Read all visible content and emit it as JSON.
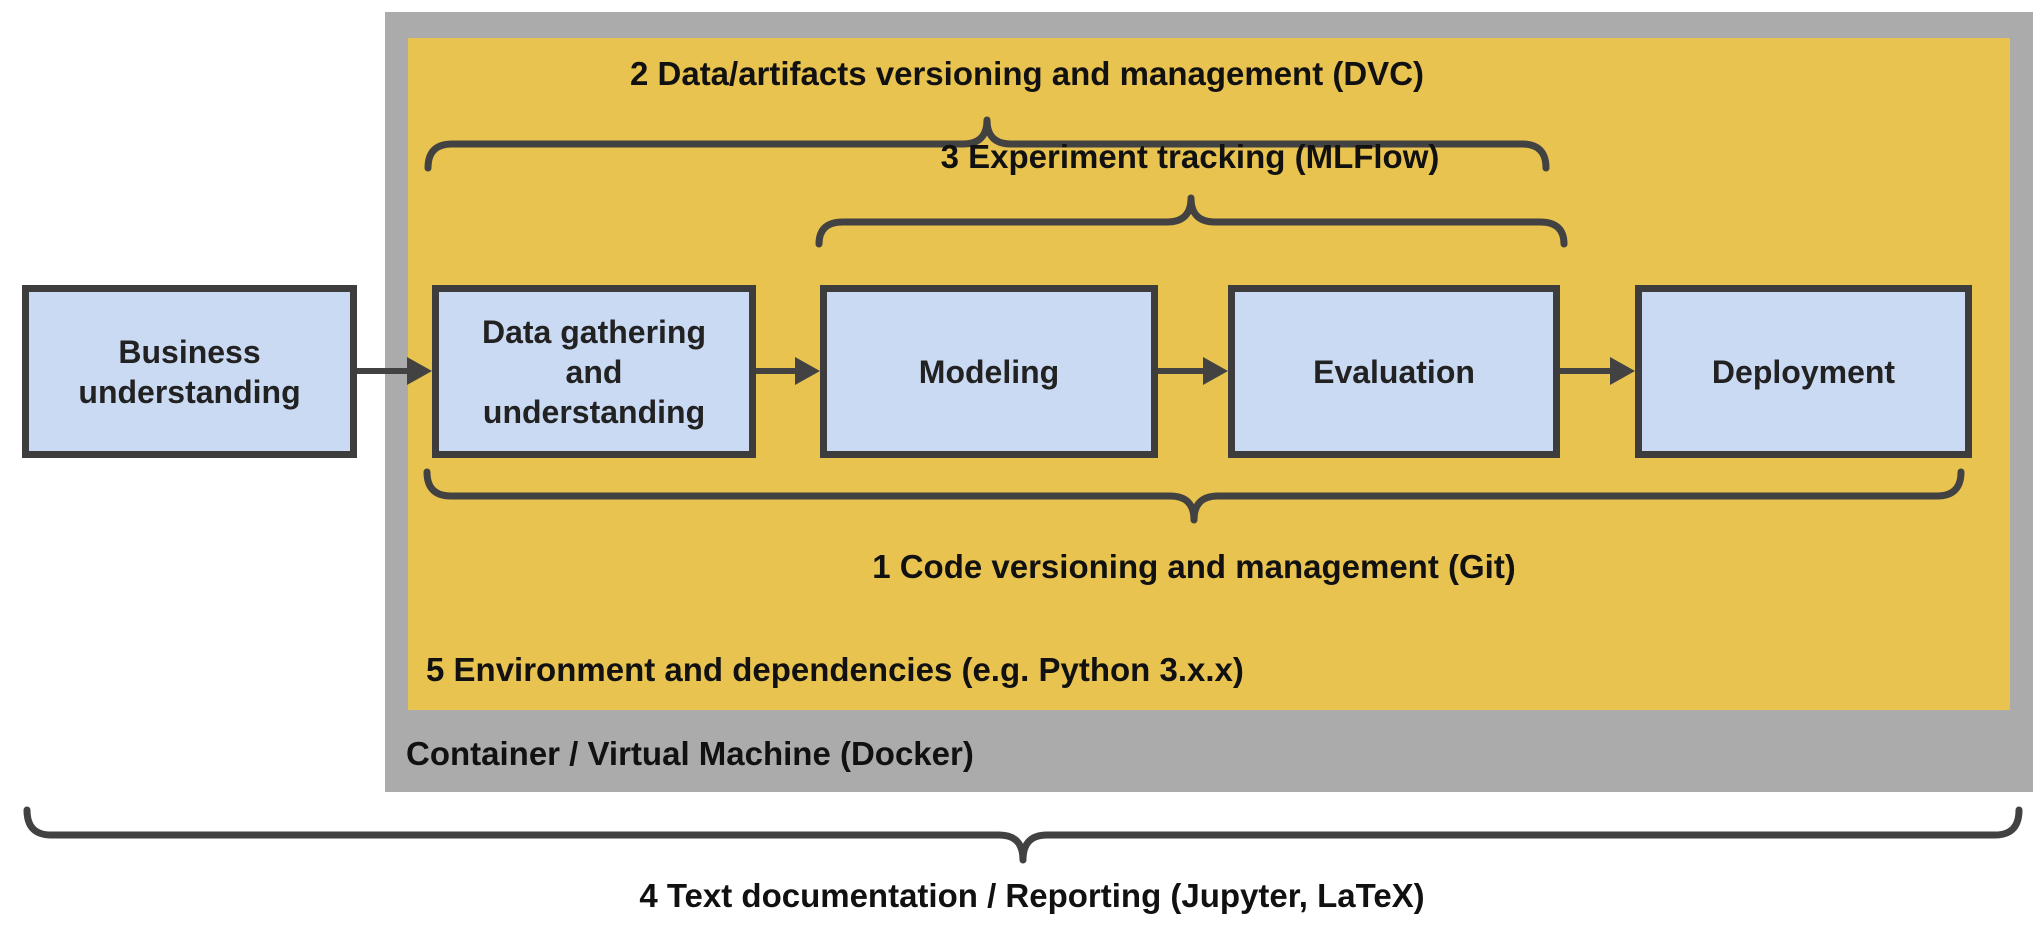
{
  "diagram_title": "ML development process with tooling annotations",
  "stages": [
    {
      "label": "Business\nunderstanding"
    },
    {
      "label": "Data gathering\nand\nunderstanding"
    },
    {
      "label": "Modeling"
    },
    {
      "label": "Evaluation"
    },
    {
      "label": "Deployment"
    }
  ],
  "annotations": {
    "data_versioning": "2 Data/artifacts versioning and management (DVC)",
    "experiment_tracking": "3 Experiment tracking (MLFlow)",
    "code_versioning": "1 Code versioning and management (Git)",
    "environment": "5 Environment and dependencies (e.g. Python 3.x.x)",
    "container": "Container / Virtual Machine (Docker)",
    "documentation": "4 Text documentation / Reporting (Jupyter, LaTeX)"
  },
  "colors": {
    "background": "#FFFFFF",
    "outer_container_fill": "#ABABAB",
    "inner_area_fill": "#E8C350",
    "stage_box_fill": "#CBDAF3",
    "stage_box_border": "#3D3D3D",
    "brace_stroke": "#424242",
    "arrow": "#424242",
    "text": "#1A1A1A"
  }
}
